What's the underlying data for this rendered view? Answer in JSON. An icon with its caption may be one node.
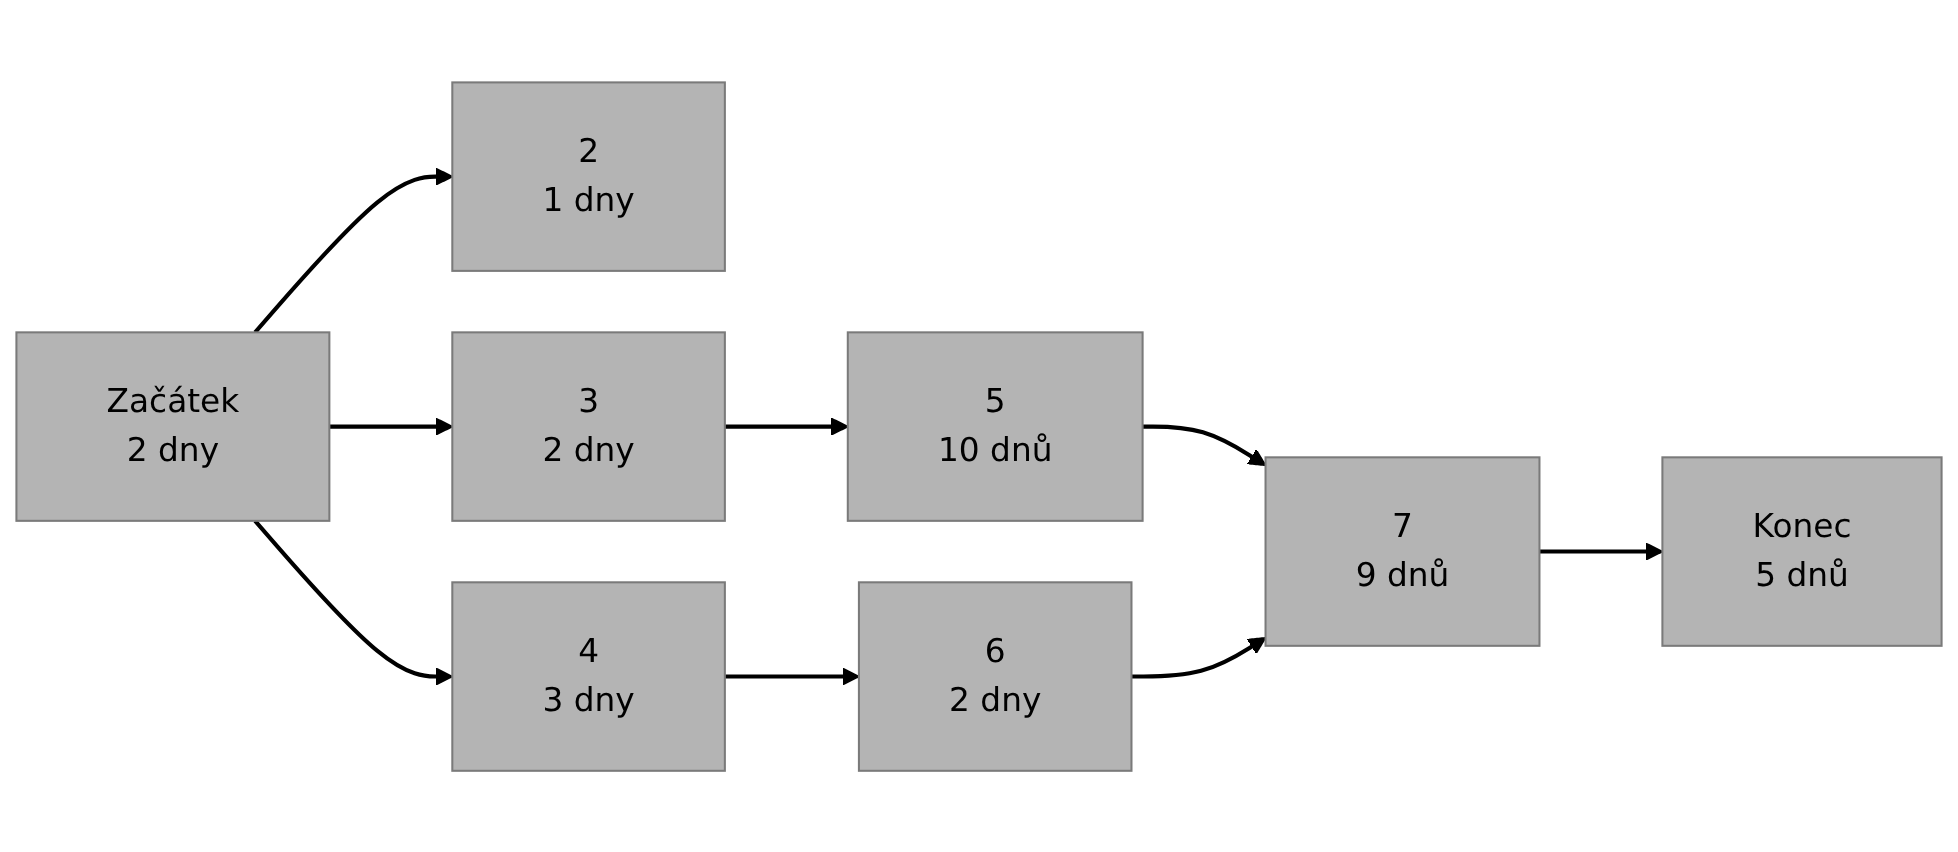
{
  "diagram": {
    "nodes": [
      {
        "text": [
          "Začátek",
          "2 dny"
        ]
      },
      {
        "text": [
          "2",
          "1 dny"
        ]
      },
      {
        "text": [
          "3",
          "2 dny"
        ]
      },
      {
        "text": [
          "4",
          "3 dny"
        ]
      },
      {
        "text": [
          "5",
          "10 dnů"
        ]
      },
      {
        "text": [
          "6",
          "2 dny"
        ]
      },
      {
        "text": [
          "7",
          "9 dnů"
        ]
      },
      {
        "text": [
          "Konec",
          "5 dnů"
        ]
      }
    ],
    "edges": [
      {
        "from": 0,
        "to": 1,
        "arrow": "to"
      },
      {
        "from": 0,
        "to": 2,
        "arrow": "to"
      },
      {
        "from": 0,
        "to": 3,
        "arrow": "to"
      },
      {
        "from": 2,
        "to": 4,
        "arrow": "to"
      },
      {
        "from": 3,
        "to": 5,
        "arrow": "to"
      },
      {
        "from": 4,
        "to": 6,
        "arrow": "to"
      },
      {
        "from": 5,
        "to": 6,
        "arrow": "to"
      },
      {
        "from": 6,
        "to": 7,
        "arrow": "to"
      }
    ]
  }
}
